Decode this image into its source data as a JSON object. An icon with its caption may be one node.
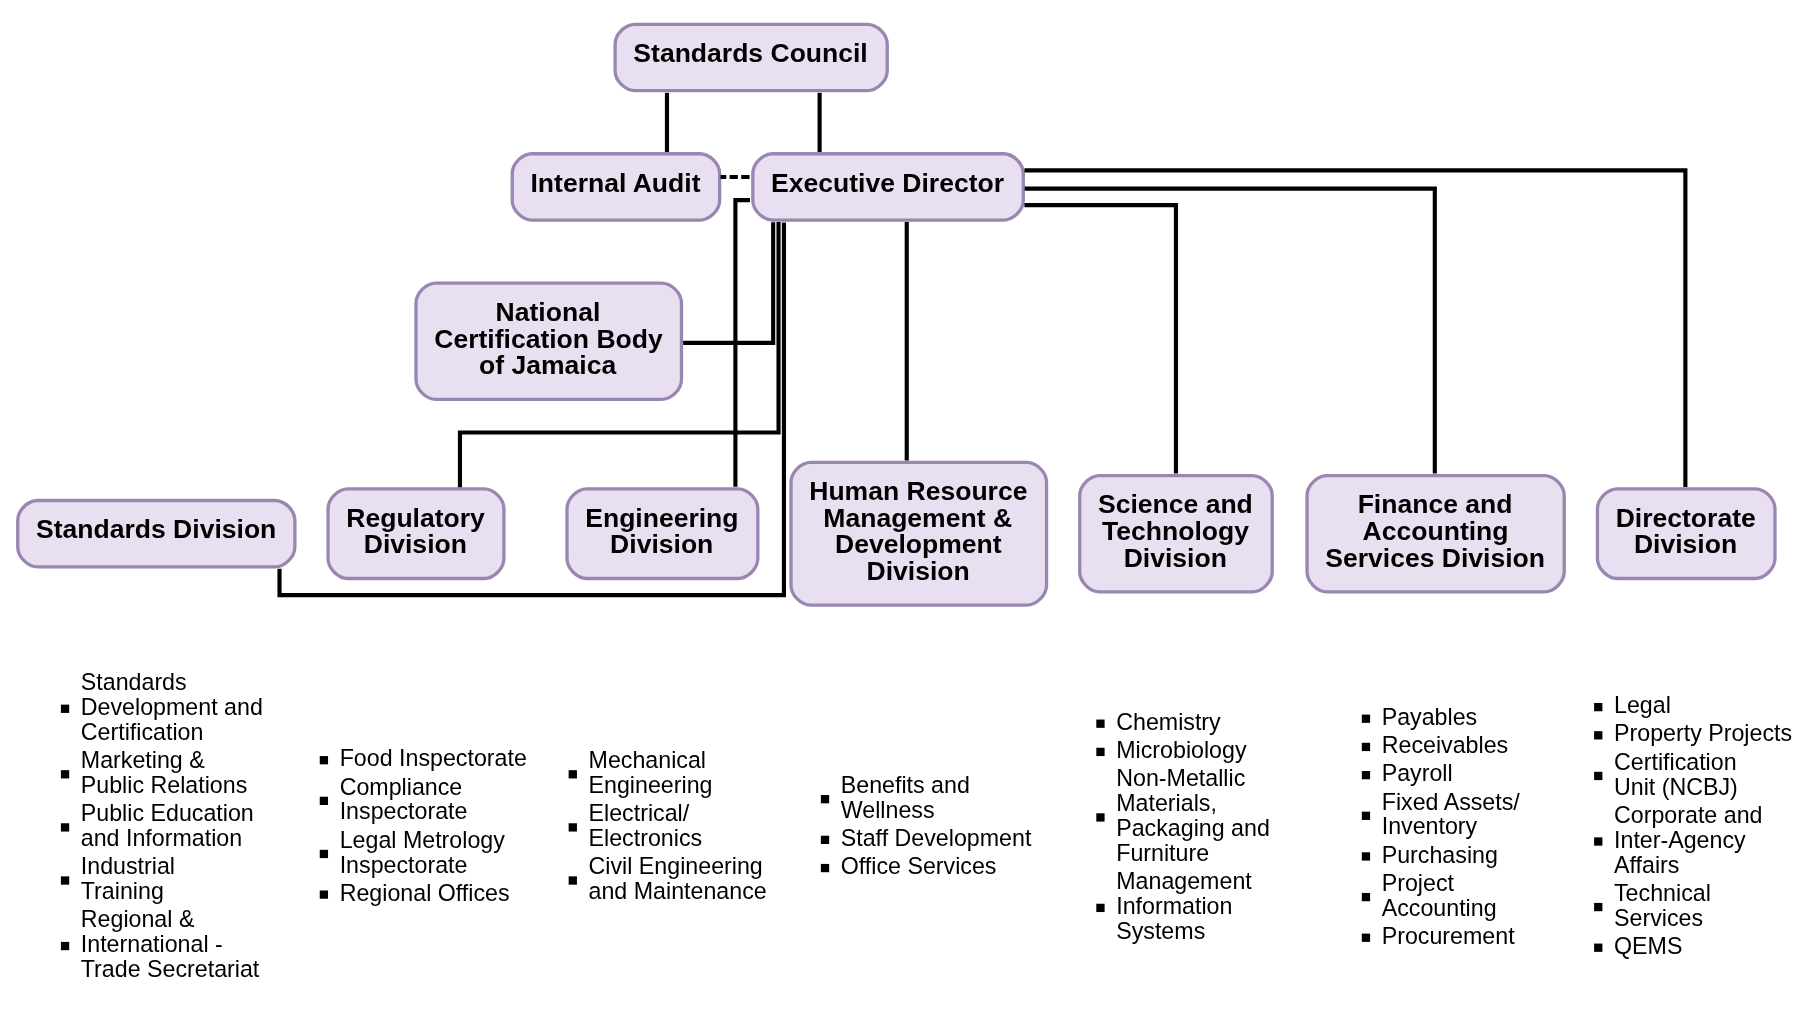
{
  "diagram": {
    "nodes": [
      {
        "text": [
          "Standards Council"
        ]
      },
      {
        "text": [
          "Internal Audit"
        ]
      },
      {
        "text": [
          "Executive Director"
        ]
      },
      {
        "text": [
          "National Certification Body of Jamaica"
        ]
      },
      {
        "text": [
          "Standards Division"
        ],
        "beside": [
          "Standards Development and Certification",
          "Marketing & Public Relations",
          "Public Education and Information",
          "Industrial Training",
          "Regional & International - Trade Secretariat"
        ]
      },
      {
        "text": [
          "Regulatory Division"
        ],
        "beside": [
          "Food Inspectorate",
          "Compliance Inspectorate",
          "Legal Metrology Inspectorate",
          "Regional Offices"
        ]
      },
      {
        "text": [
          "Engineering Division"
        ],
        "beside": [
          "Mechanical Engineering",
          "Electrical/ Electronics",
          "Civil Engineering and Maintenance"
        ]
      },
      {
        "text": [
          "Human Resource Management & Development Division"
        ],
        "beside": [
          "Benefits and Wellness",
          "Staff Development",
          "Office Services"
        ]
      },
      {
        "text": [
          "Science and Technology Division"
        ],
        "beside": [
          "Chemistry",
          "Microbiology",
          "Non-Metallic Materials, Packaging and Furniture",
          "Management Information Systems"
        ]
      },
      {
        "text": [
          "Finance and Accounting Services Division"
        ],
        "beside": [
          "Payables",
          "Receivables",
          "Payroll",
          "Fixed Assets/ Inventory",
          "Purchasing",
          "Project Accounting",
          "Procurement"
        ]
      },
      {
        "text": [
          "Directorate Division"
        ],
        "beside": [
          "Legal",
          "Property Projects",
          "Certification Unit (NCBJ)",
          "Corporate and Inter-Agency Affairs",
          "Technical Services",
          "QEMS"
        ]
      }
    ],
    "edges": [
      {
        "from": 0,
        "to": 2,
        "arrow": "none"
      },
      {
        "from": 0,
        "to": 1,
        "arrow": "none"
      },
      {
        "from": 2,
        "to": 1,
        "arrow": "none",
        "style": "dashed"
      },
      {
        "from": 2,
        "to": 3,
        "arrow": "none"
      },
      {
        "from": 2,
        "to": 4,
        "arrow": "none"
      },
      {
        "from": 2,
        "to": 5,
        "arrow": "none"
      },
      {
        "from": 2,
        "to": 6,
        "arrow": "none"
      },
      {
        "from": 2,
        "to": 7,
        "arrow": "none"
      },
      {
        "from": 2,
        "to": 8,
        "arrow": "none"
      },
      {
        "from": 2,
        "to": 9,
        "arrow": "none"
      },
      {
        "from": 2,
        "to": 10,
        "arrow": "none"
      }
    ]
  }
}
